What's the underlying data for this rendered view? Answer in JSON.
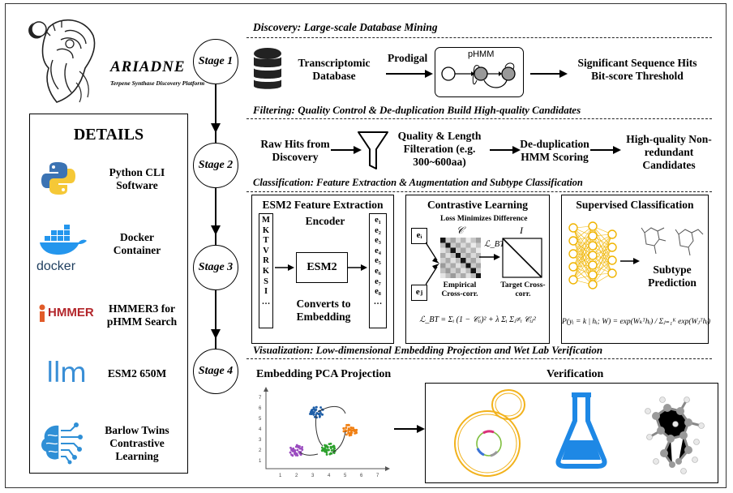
{
  "logo": {
    "title": "ARIADNE",
    "subtitle": "Terpene Synthase Discovery Platform"
  },
  "details": {
    "heading": "DETAILS",
    "items": [
      {
        "label": "Python CLI Software",
        "icon": "python-icon"
      },
      {
        "label": "Docker Container",
        "icon": "docker-icon",
        "logo_text": "docker"
      },
      {
        "label": "HMMER3 for pHMM Search",
        "icon": "hmmer-icon",
        "logo_text": "HMMER"
      },
      {
        "label": "ESM2 650M",
        "icon": "llm-icon",
        "logo_text": "llm"
      },
      {
        "label": "Barlow Twins Contrastive Learning",
        "icon": "brain-icon"
      }
    ]
  },
  "stages": [
    "Stage 1",
    "Stage 2",
    "Stage 3",
    "Stage 4"
  ],
  "stage1": {
    "heading": "Discovery: Large-scale Database Mining",
    "database": "Transcriptomic Database",
    "prodigal": "Prodigal",
    "phmm": "pHMM",
    "result": "Significant Sequence Hits Bit-score Threshold"
  },
  "stage2": {
    "heading": "Filtering: Quality Control & De-duplication Build High-quality Candidates",
    "raw": "Raw Hits from Discovery",
    "filter": "Quality & Length Filteration (e.g. 300~600aa)",
    "dedup": "De-duplication HMM Scoring",
    "result": "High-quality Non-redundant Candidates"
  },
  "stage3": {
    "heading": "Classification: Feature Extraction & Augmentation  and  Subtype Classification",
    "esm_title": "ESM2 Feature Extraction",
    "encoder": "Encoder",
    "esm2": "ESM2",
    "converts": "Converts to Embedding",
    "sequence": [
      "M",
      "K",
      "T",
      "V",
      "R",
      "K",
      "S",
      "I",
      "…"
    ],
    "embeddings": [
      "e₁",
      "e₂",
      "e₃",
      "e₄",
      "e₅",
      "e₆",
      "e₇",
      "e₈",
      "…"
    ],
    "contrastive_title": "Contrastive Learning",
    "loss_min": "Loss Minimizes Difference",
    "c_label": "𝒞",
    "i_label": "I",
    "lbt": "ℒ_BT",
    "ei": "eᵢ",
    "ej": "eⱼ",
    "empirical": "Empirical Cross-corr.",
    "target": "Target Cross-corr.",
    "loss_formula": "ℒ_BT = Σᵢ (1 − 𝒞ᵢᵢ)² + λ Σᵢ Σⱼ≠ᵢ 𝒞ᵢⱼ²",
    "supervised_title": "Supervised Classification",
    "subtype": "Subtype Prediction",
    "softmax": "P(yᵢ = k | hᵢ; W) = exp(Wₖᵀhᵢ) / Σⱼ₌₁ᴷ exp(Wⱼᵀhᵢ)"
  },
  "stage4": {
    "heading": "Visualization: Low-dimensional Embedding Projection and Wet Lab Verification",
    "pca_title": "Embedding PCA Projection",
    "verification": "Verification",
    "pca_ticks_x": [
      "1",
      "2",
      "3",
      "4",
      "5",
      "6",
      "7"
    ],
    "pca_ticks_y": [
      "1",
      "2",
      "3",
      "4",
      "5",
      "6",
      "7"
    ]
  }
}
